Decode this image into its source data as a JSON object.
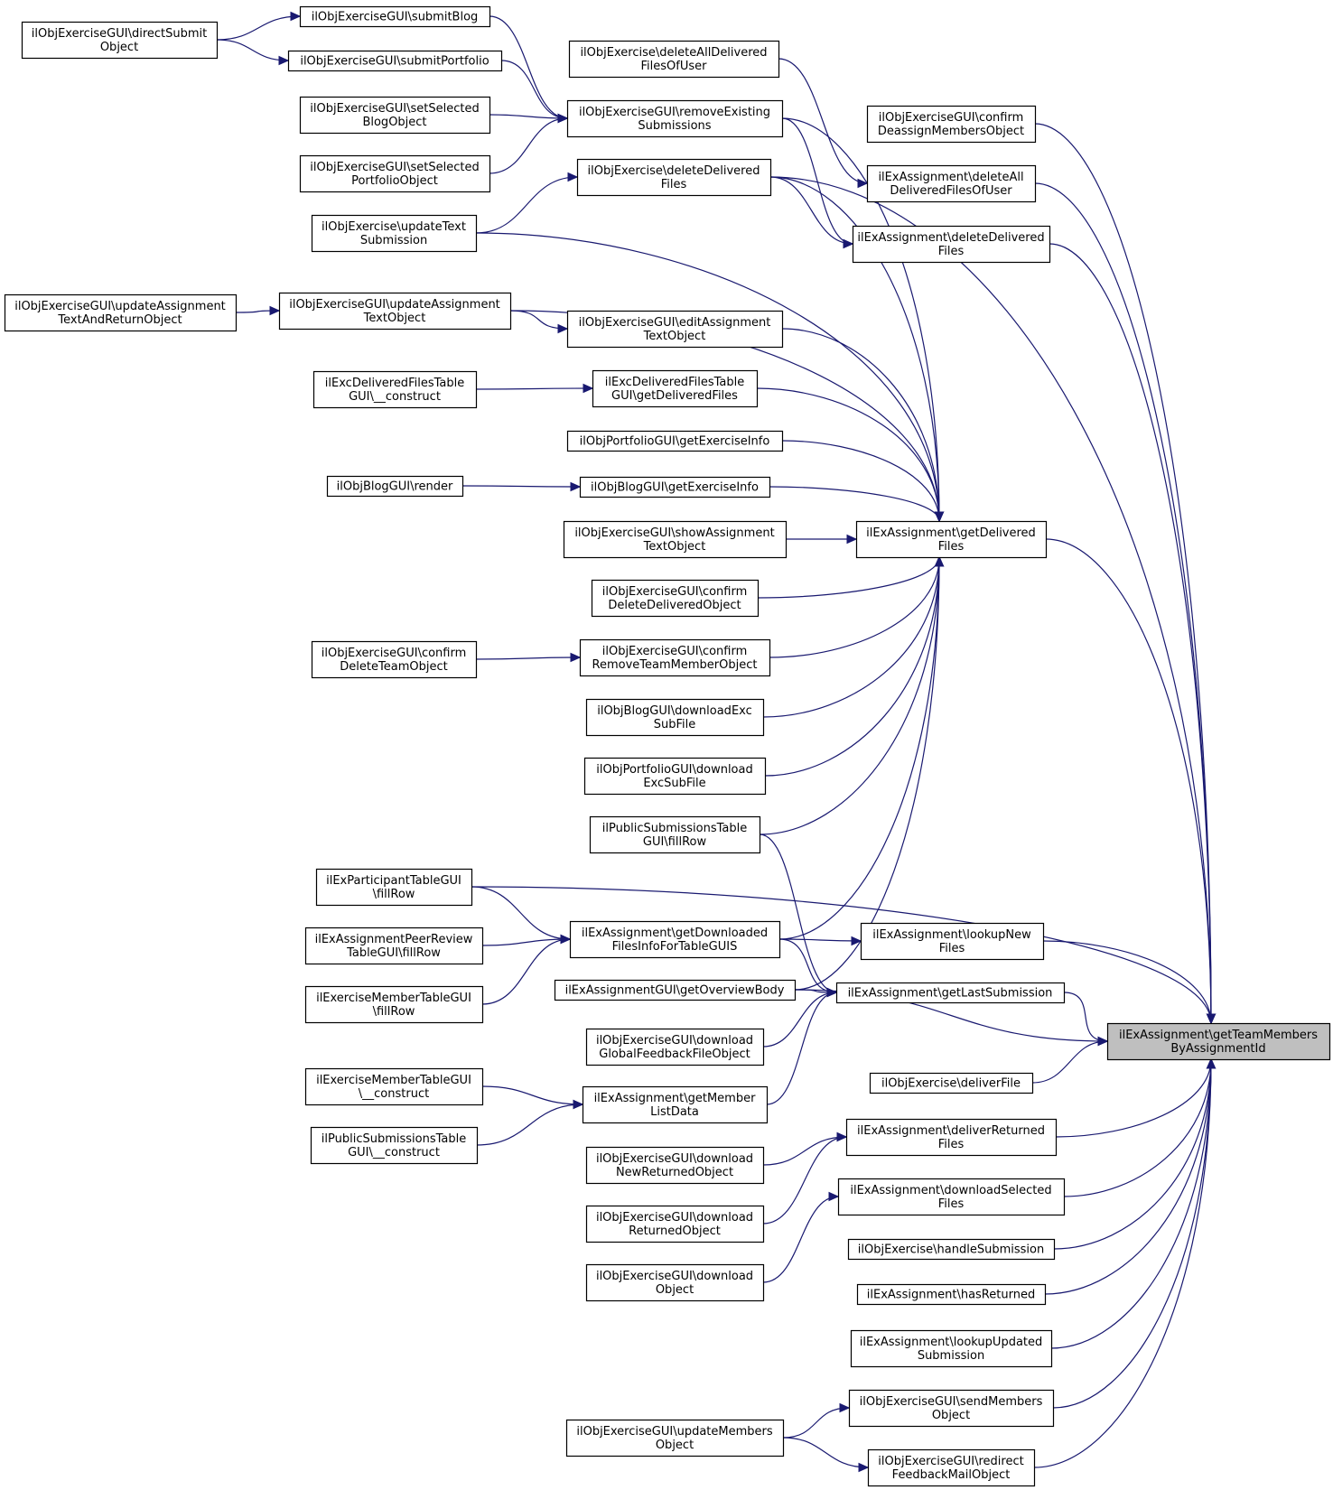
{
  "diagram": {
    "root": "getTeamMembersByAssignmentId",
    "colors": {
      "edge": "#191970",
      "root_fill": "#bfbfbf",
      "node_fill": "#ffffff",
      "node_border": "#000000"
    },
    "nodes": [
      {
        "id": "directSubmit",
        "lines": [
          "ilObjExerciseGUI\\directSubmit",
          "Object"
        ]
      },
      {
        "id": "submitBlog",
        "lines": [
          "ilObjExerciseGUI\\submitBlog"
        ]
      },
      {
        "id": "submitPortfolio",
        "lines": [
          "ilObjExerciseGUI\\submitPortfolio"
        ]
      },
      {
        "id": "setSelectedBlog",
        "lines": [
          "ilObjExerciseGUI\\setSelected",
          "BlogObject"
        ]
      },
      {
        "id": "setSelectedPortfolio",
        "lines": [
          "ilObjExerciseGUI\\setSelected",
          "PortfolioObject"
        ]
      },
      {
        "id": "updateText",
        "lines": [
          "ilObjExercise\\updateText",
          "Submission"
        ]
      },
      {
        "id": "updateAssignTextAndReturn",
        "lines": [
          "ilObjExerciseGUI\\updateAssignment",
          "TextAndReturnObject"
        ]
      },
      {
        "id": "updateAssignText",
        "lines": [
          "ilObjExerciseGUI\\updateAssignment",
          "TextObject"
        ]
      },
      {
        "id": "excDelConstruct",
        "lines": [
          "ilExcDeliveredFilesTable",
          "GUI\\__construct"
        ]
      },
      {
        "id": "blogRender",
        "lines": [
          "ilObjBlogGUI\\render"
        ]
      },
      {
        "id": "confirmDeleteTeam",
        "lines": [
          "ilObjExerciseGUI\\confirm",
          "DeleteTeamObject"
        ]
      },
      {
        "id": "participantFillRow",
        "lines": [
          "ilExParticipantTableGUI",
          "\\fillRow"
        ]
      },
      {
        "id": "peerReviewFillRow",
        "lines": [
          "ilExAssignmentPeerReview",
          "TableGUI\\fillRow"
        ]
      },
      {
        "id": "memberFillRow",
        "lines": [
          "ilExerciseMemberTableGUI",
          "\\fillRow"
        ]
      },
      {
        "id": "memberConstruct",
        "lines": [
          "ilExerciseMemberTableGUI",
          "\\__construct"
        ]
      },
      {
        "id": "publicConstruct",
        "lines": [
          "ilPublicSubmissionsTable",
          "GUI\\__construct"
        ]
      },
      {
        "id": "deleteAllDeliveredUser",
        "lines": [
          "ilObjExercise\\deleteAllDelivered",
          "FilesOfUser"
        ]
      },
      {
        "id": "removeExisting",
        "lines": [
          "ilObjExerciseGUI\\removeExisting",
          "Submissions"
        ]
      },
      {
        "id": "objDeleteDelivered",
        "lines": [
          "ilObjExercise\\deleteDelivered",
          "Files"
        ]
      },
      {
        "id": "editAssignText",
        "lines": [
          "ilObjExerciseGUI\\editAssignment",
          "TextObject"
        ]
      },
      {
        "id": "getDeliveredFilesTable",
        "lines": [
          "ilExcDeliveredFilesTable",
          "GUI\\getDeliveredFiles"
        ]
      },
      {
        "id": "portfolioExerciseInfo",
        "lines": [
          "ilObjPortfolioGUI\\getExerciseInfo"
        ]
      },
      {
        "id": "blogExerciseInfo",
        "lines": [
          "ilObjBlogGUI\\getExerciseInfo"
        ]
      },
      {
        "id": "showAssignText",
        "lines": [
          "ilObjExerciseGUI\\showAssignment",
          "TextObject"
        ]
      },
      {
        "id": "confirmDeleteDelivered",
        "lines": [
          "ilObjExerciseGUI\\confirm",
          "DeleteDeliveredObject"
        ]
      },
      {
        "id": "confirmRemoveTeamMember",
        "lines": [
          "ilObjExerciseGUI\\confirm",
          "RemoveTeamMemberObject"
        ]
      },
      {
        "id": "blogDownload",
        "lines": [
          "ilObjBlogGUI\\downloadExc",
          "SubFile"
        ]
      },
      {
        "id": "portfolioDownload",
        "lines": [
          "ilObjPortfolioGUI\\download",
          "ExcSubFile"
        ]
      },
      {
        "id": "publicFillRow",
        "lines": [
          "ilPublicSubmissionsTable",
          "GUI\\fillRow"
        ]
      },
      {
        "id": "getDownloadedInfo",
        "lines": [
          "ilExAssignment\\getDownloaded",
          "FilesInfoForTableGUIS"
        ]
      },
      {
        "id": "overviewBody",
        "lines": [
          "ilExAssignmentGUI\\getOverviewBody"
        ]
      },
      {
        "id": "downloadGlobalFeedback",
        "lines": [
          "ilObjExerciseGUI\\download",
          "GlobalFeedbackFileObject"
        ]
      },
      {
        "id": "getMemberListData",
        "lines": [
          "ilExAssignment\\getMember",
          "ListData"
        ]
      },
      {
        "id": "downloadNewReturned",
        "lines": [
          "ilObjExerciseGUI\\download",
          "NewReturnedObject"
        ]
      },
      {
        "id": "downloadReturned",
        "lines": [
          "ilObjExerciseGUI\\download",
          "ReturnedObject"
        ]
      },
      {
        "id": "downloadObject",
        "lines": [
          "ilObjExerciseGUI\\download",
          "Object"
        ]
      },
      {
        "id": "updateMembers",
        "lines": [
          "ilObjExerciseGUI\\updateMembers",
          "Object"
        ]
      },
      {
        "id": "confirmDeassign",
        "lines": [
          "ilObjExerciseGUI\\confirm",
          "DeassignMembersObject"
        ]
      },
      {
        "id": "assignDeleteAll",
        "lines": [
          "ilExAssignment\\deleteAll",
          "DeliveredFilesOfUser"
        ]
      },
      {
        "id": "assignDeleteDelivered",
        "lines": [
          "ilExAssignment\\deleteDelivered",
          "Files"
        ]
      },
      {
        "id": "getDeliveredFiles",
        "lines": [
          "ilExAssignment\\getDelivered",
          "Files"
        ]
      },
      {
        "id": "lookupNewFiles",
        "lines": [
          "ilExAssignment\\lookupNew",
          "Files"
        ]
      },
      {
        "id": "getLastSubmission",
        "lines": [
          "ilExAssignment\\getLastSubmission"
        ]
      },
      {
        "id": "deliverFile",
        "lines": [
          "ilObjExercise\\deliverFile"
        ]
      },
      {
        "id": "deliverReturned",
        "lines": [
          "ilExAssignment\\deliverReturned",
          "Files"
        ]
      },
      {
        "id": "downloadSelected",
        "lines": [
          "ilExAssignment\\downloadSelected",
          "Files"
        ]
      },
      {
        "id": "handleSubmission",
        "lines": [
          "ilObjExercise\\handleSubmission"
        ]
      },
      {
        "id": "hasReturned",
        "lines": [
          "ilExAssignment\\hasReturned"
        ]
      },
      {
        "id": "lookupUpdated",
        "lines": [
          "ilExAssignment\\lookupUpdated",
          "Submission"
        ]
      },
      {
        "id": "sendMembers",
        "lines": [
          "ilObjExerciseGUI\\sendMembers",
          "Object"
        ]
      },
      {
        "id": "redirectFeedback",
        "lines": [
          "ilObjExerciseGUI\\redirect",
          "FeedbackMailObject"
        ]
      },
      {
        "id": "getTeamMembersByAssignmentId",
        "lines": [
          "ilExAssignment\\getTeamMembers",
          "ByAssignmentId"
        ]
      }
    ],
    "edges": [
      [
        "directSubmit",
        "submitBlog"
      ],
      [
        "directSubmit",
        "submitPortfolio"
      ],
      [
        "submitBlog",
        "removeExisting"
      ],
      [
        "submitPortfolio",
        "removeExisting"
      ],
      [
        "setSelectedBlog",
        "removeExisting"
      ],
      [
        "setSelectedPortfolio",
        "removeExisting"
      ],
      [
        "updateText",
        "objDeleteDelivered"
      ],
      [
        "updateText",
        "getDeliveredFiles"
      ],
      [
        "updateAssignTextAndReturn",
        "updateAssignText"
      ],
      [
        "updateAssignText",
        "editAssignText"
      ],
      [
        "updateAssignText",
        "getDeliveredFiles"
      ],
      [
        "excDelConstruct",
        "getDeliveredFilesTable"
      ],
      [
        "blogRender",
        "blogExerciseInfo"
      ],
      [
        "confirmDeleteTeam",
        "confirmRemoveTeamMember"
      ],
      [
        "deleteAllDeliveredUser",
        "assignDeleteAll"
      ],
      [
        "removeExisting",
        "assignDeleteDelivered"
      ],
      [
        "removeExisting",
        "getDeliveredFiles"
      ],
      [
        "objDeleteDelivered",
        "assignDeleteDelivered"
      ],
      [
        "objDeleteDelivered",
        "getDeliveredFiles"
      ],
      [
        "objDeleteDelivered",
        "getTeamMembersByAssignmentId"
      ],
      [
        "editAssignText",
        "getDeliveredFiles"
      ],
      [
        "getDeliveredFilesTable",
        "getDeliveredFiles"
      ],
      [
        "portfolioExerciseInfo",
        "getDeliveredFiles"
      ],
      [
        "blogExerciseInfo",
        "getDeliveredFiles"
      ],
      [
        "showAssignText",
        "getDeliveredFiles"
      ],
      [
        "confirmDeleteDelivered",
        "getDeliveredFiles"
      ],
      [
        "confirmRemoveTeamMember",
        "getDeliveredFiles"
      ],
      [
        "blogDownload",
        "getDeliveredFiles"
      ],
      [
        "portfolioDownload",
        "getDeliveredFiles"
      ],
      [
        "publicFillRow",
        "getDeliveredFiles"
      ],
      [
        "publicFillRow",
        "getLastSubmission"
      ],
      [
        "participantFillRow",
        "getDownloadedInfo"
      ],
      [
        "participantFillRow",
        "getTeamMembersByAssignmentId"
      ],
      [
        "peerReviewFillRow",
        "getDownloadedInfo"
      ],
      [
        "memberFillRow",
        "getDownloadedInfo"
      ],
      [
        "getDownloadedInfo",
        "getDeliveredFiles"
      ],
      [
        "getDownloadedInfo",
        "lookupNewFiles"
      ],
      [
        "getDownloadedInfo",
        "getLastSubmission"
      ],
      [
        "overviewBody",
        "getDeliveredFiles"
      ],
      [
        "overviewBody",
        "getLastSubmission"
      ],
      [
        "overviewBody",
        "getTeamMembersByAssignmentId"
      ],
      [
        "downloadGlobalFeedback",
        "getLastSubmission"
      ],
      [
        "memberConstruct",
        "getMemberListData"
      ],
      [
        "publicConstruct",
        "getMemberListData"
      ],
      [
        "getMemberListData",
        "getLastSubmission"
      ],
      [
        "downloadNewReturned",
        "deliverReturned"
      ],
      [
        "downloadReturned",
        "deliverReturned"
      ],
      [
        "downloadObject",
        "downloadSelected"
      ],
      [
        "updateMembers",
        "sendMembers"
      ],
      [
        "updateMembers",
        "redirectFeedback"
      ],
      [
        "confirmDeassign",
        "getTeamMembersByAssignmentId"
      ],
      [
        "assignDeleteAll",
        "getTeamMembersByAssignmentId"
      ],
      [
        "assignDeleteDelivered",
        "getTeamMembersByAssignmentId"
      ],
      [
        "getDeliveredFiles",
        "getTeamMembersByAssignmentId"
      ],
      [
        "lookupNewFiles",
        "getTeamMembersByAssignmentId"
      ],
      [
        "getLastSubmission",
        "getTeamMembersByAssignmentId"
      ],
      [
        "deliverFile",
        "getTeamMembersByAssignmentId"
      ],
      [
        "deliverReturned",
        "getTeamMembersByAssignmentId"
      ],
      [
        "downloadSelected",
        "getTeamMembersByAssignmentId"
      ],
      [
        "handleSubmission",
        "getTeamMembersByAssignmentId"
      ],
      [
        "hasReturned",
        "getTeamMembersByAssignmentId"
      ],
      [
        "lookupUpdated",
        "getTeamMembersByAssignmentId"
      ],
      [
        "sendMembers",
        "getTeamMembersByAssignmentId"
      ],
      [
        "redirectFeedback",
        "getTeamMembersByAssignmentId"
      ]
    ]
  }
}
